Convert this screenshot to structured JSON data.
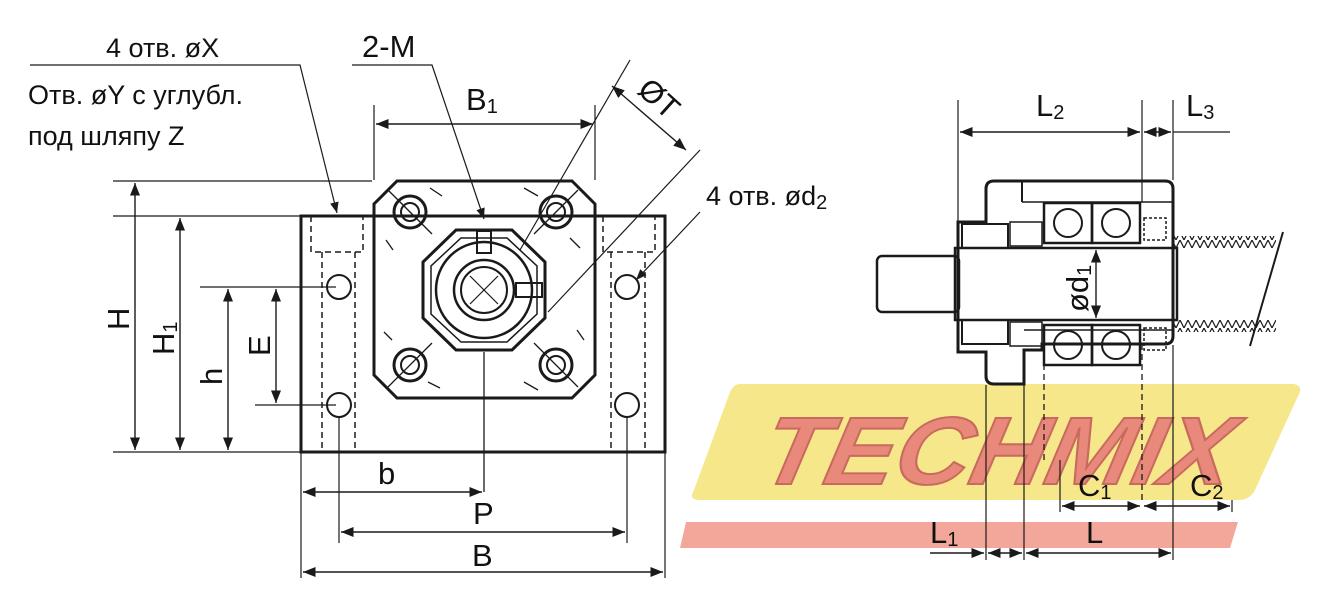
{
  "labels": {
    "holes_x": "4 отв. øX",
    "hole_y_line1": "Отв. øY с углубл.",
    "hole_y_line2": "под шляпу Z",
    "two_m": "2-M",
    "b1": "B",
    "b1_sub": "1",
    "phi_t": "ØT",
    "holes_d2": "4 отв. ød",
    "holes_d2_sub": "2",
    "h_upper": "H",
    "h1": "H",
    "h1_sub": "1",
    "h_lower": "h",
    "e": "E",
    "b_lower": "b",
    "p": "P",
    "b_upper": "B",
    "l2": "L",
    "l2_sub": "2",
    "l3": "L",
    "l3_sub": "3",
    "d1": "ød",
    "d1_sub": "1",
    "c1": "C",
    "c1_sub": "1",
    "c2": "C",
    "c2_sub": "2",
    "l1": "L",
    "l1_sub": "1",
    "l": "L"
  },
  "watermark": {
    "text": "TECHMIX",
    "band_color": "#f6e78a",
    "stripe_color": "#f2a79a",
    "text_color": "#e8897c"
  },
  "colors": {
    "line": "#1a1a1a"
  }
}
